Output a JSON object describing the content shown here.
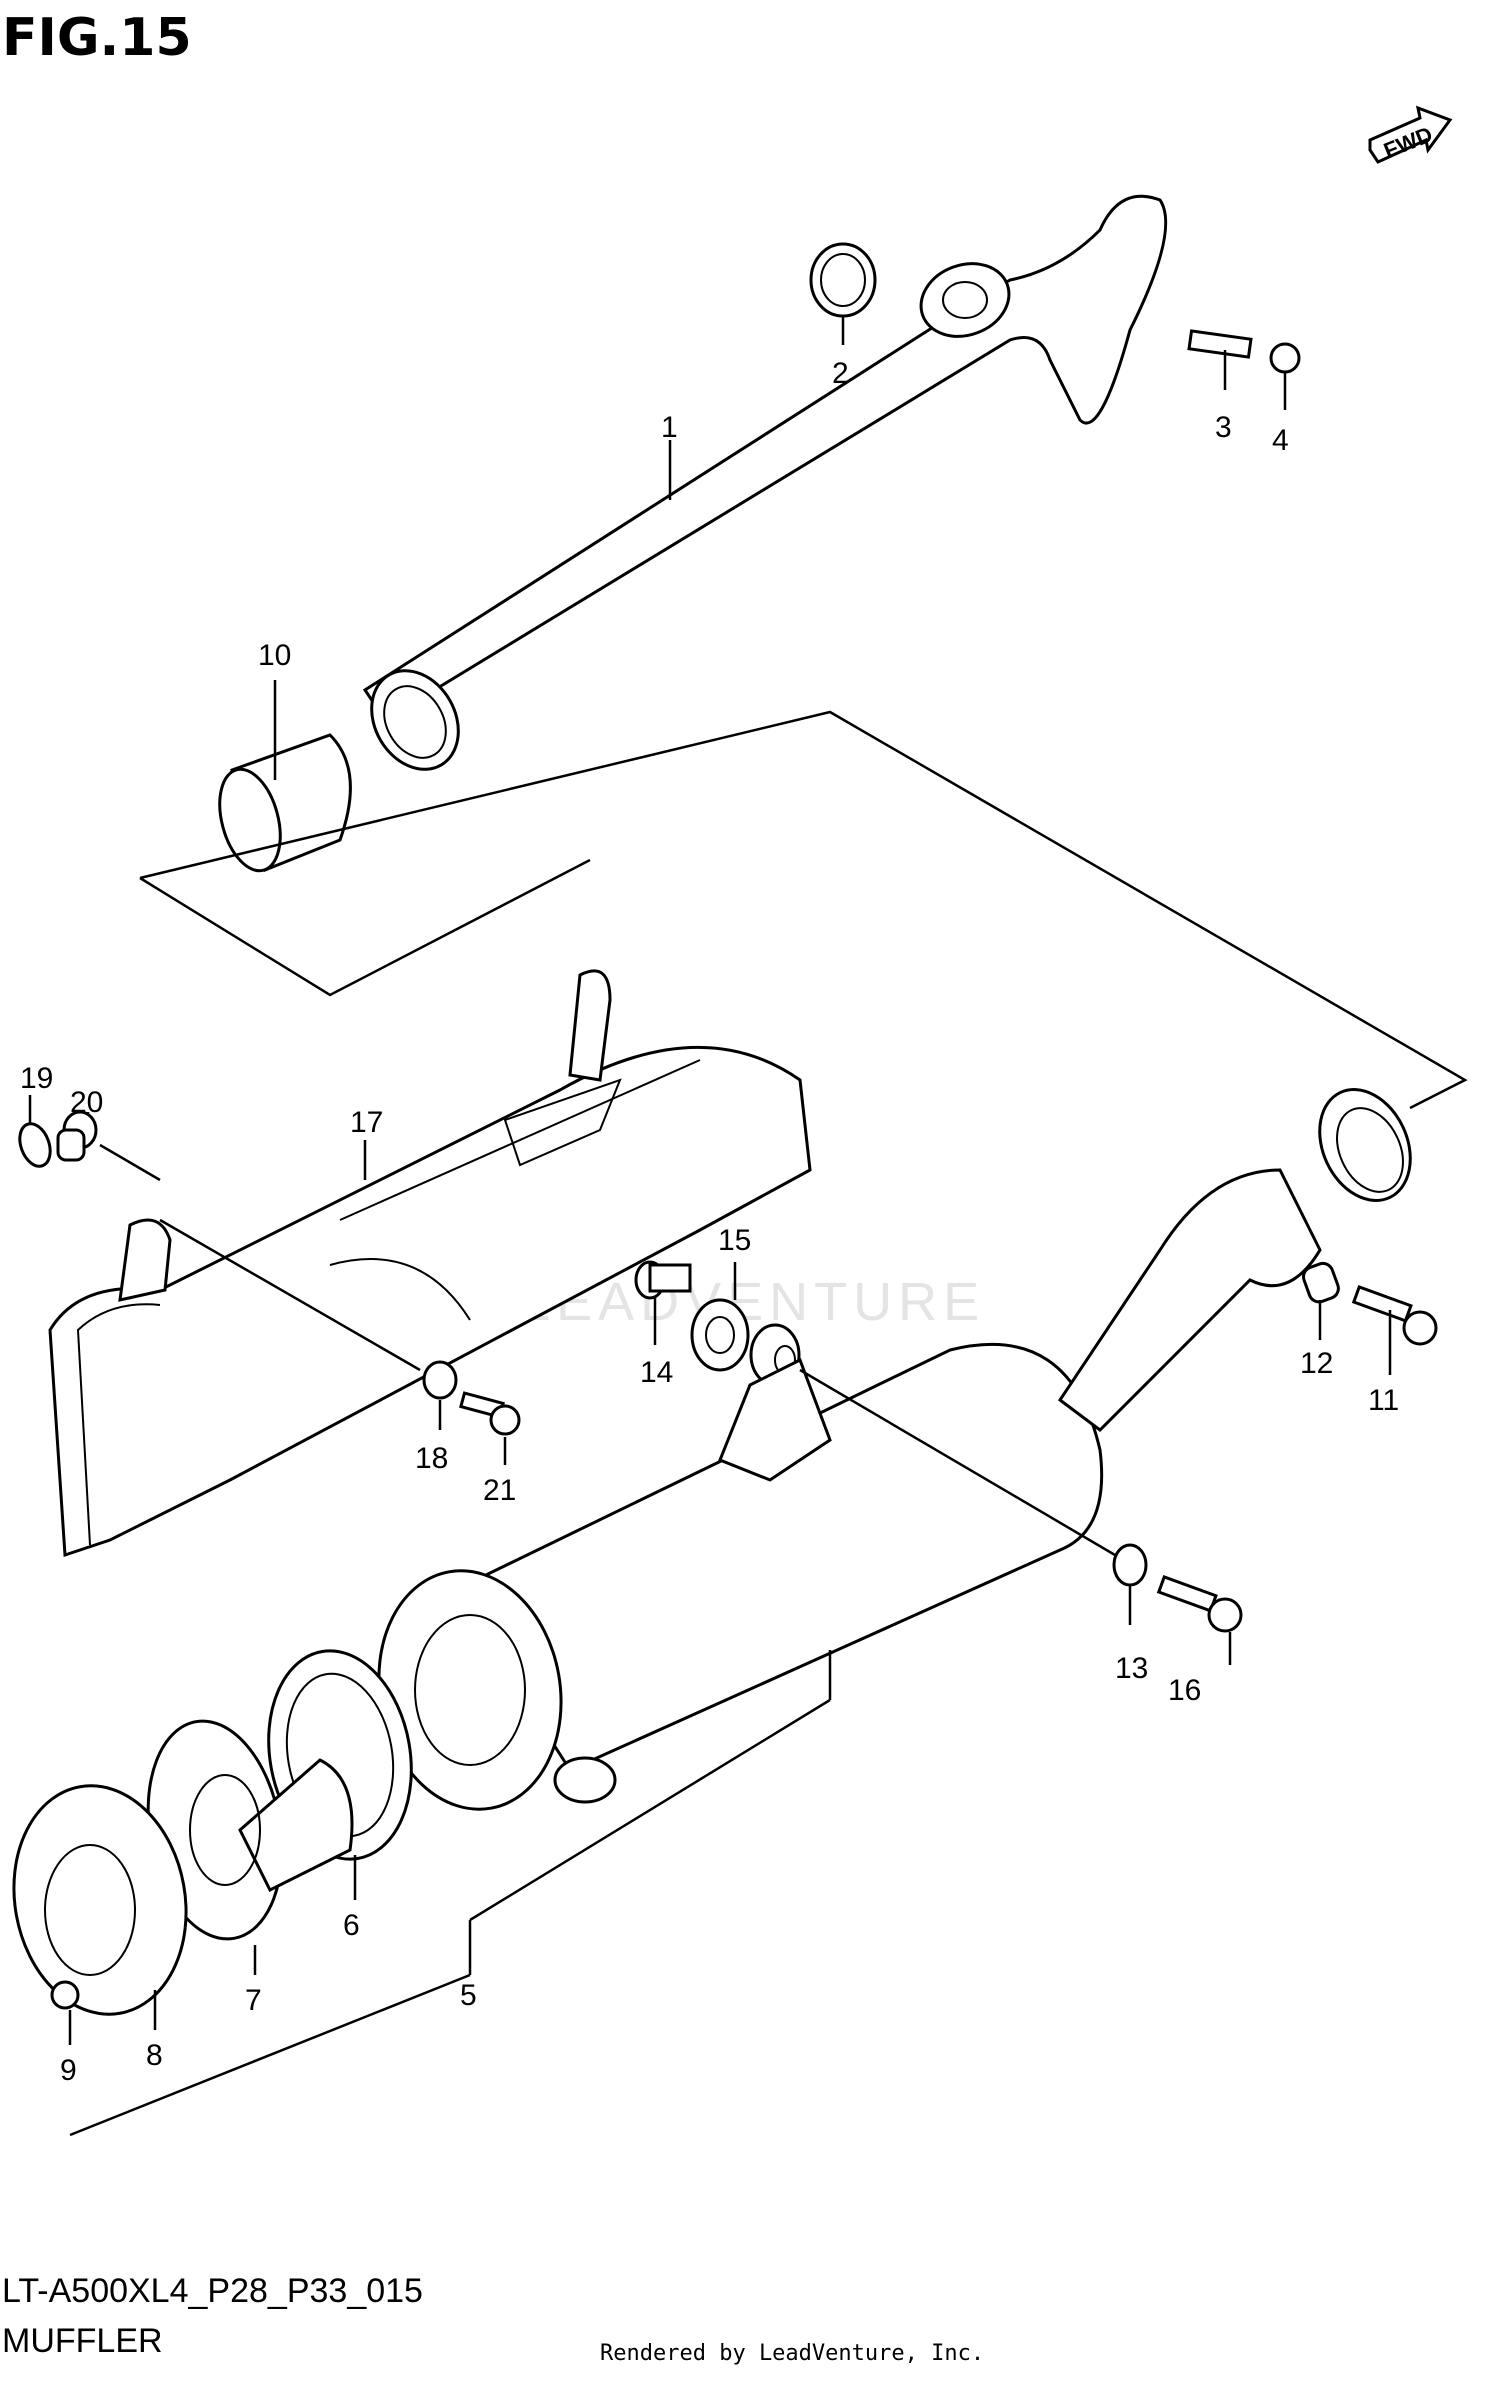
{
  "figure": {
    "title": "FIG.15",
    "direction_tag": "FWD",
    "model_code": "LT-A500XL4_P28_P33_015",
    "caption": "MUFFLER",
    "credit": "Rendered by LeadVenture, Inc.",
    "watermark": "LEADVENTURE"
  },
  "callouts": [
    "1",
    "2",
    "3",
    "4",
    "5",
    "6",
    "7",
    "8",
    "9",
    "10",
    "11",
    "12",
    "13",
    "14",
    "15",
    "16",
    "17",
    "18",
    "19",
    "20",
    "21"
  ],
  "colors": {
    "line": "#000000",
    "background": "#ffffff",
    "watermark": "#e4e4e4"
  }
}
